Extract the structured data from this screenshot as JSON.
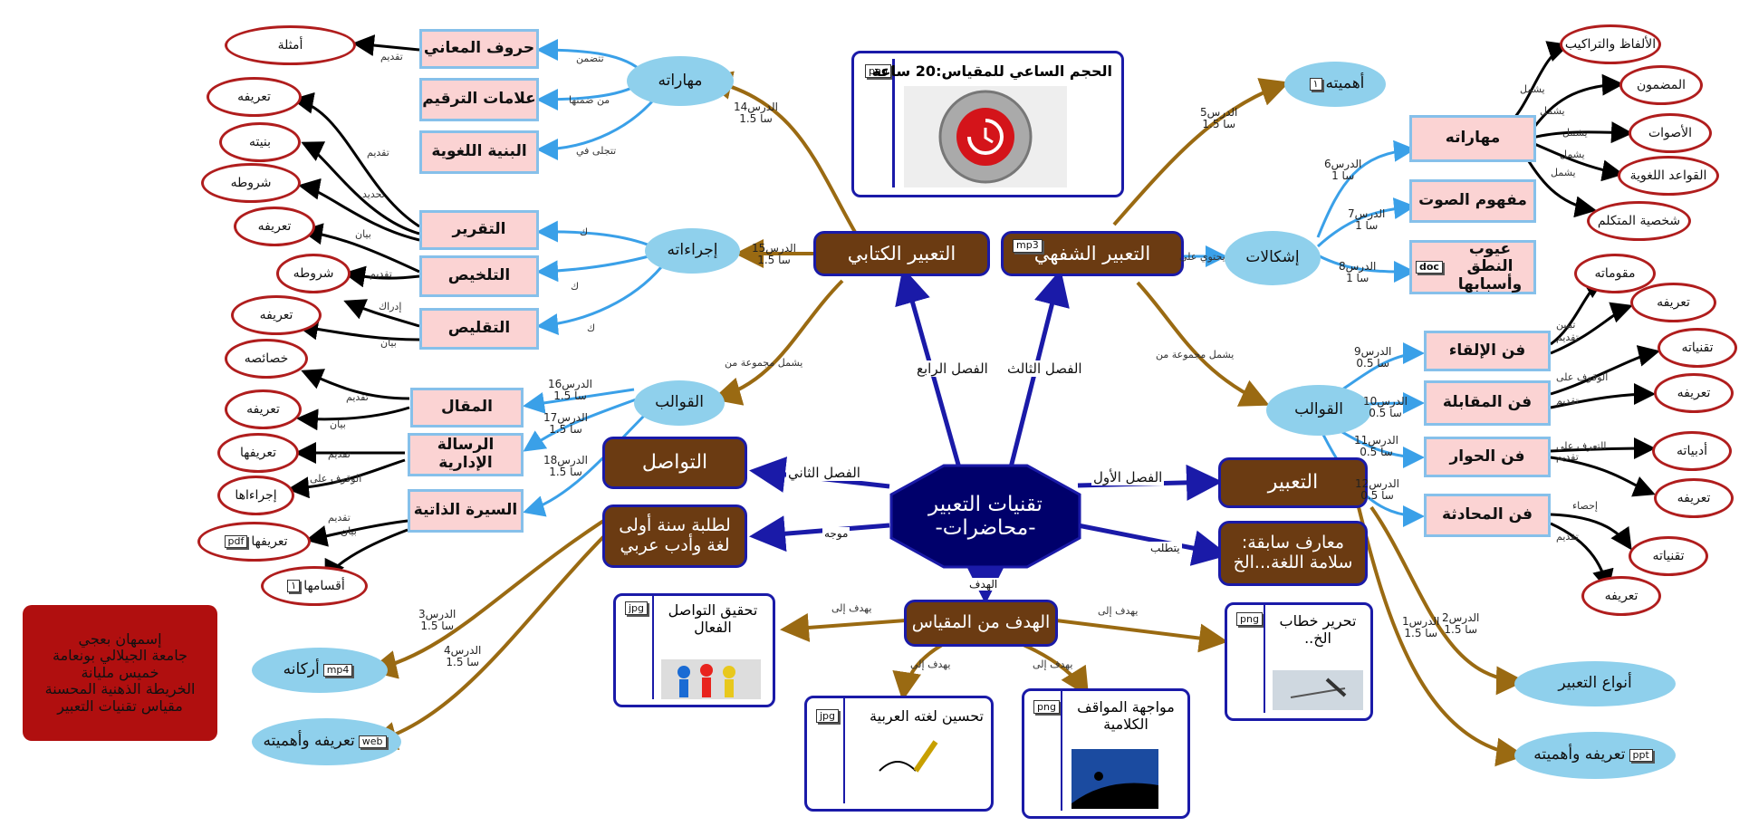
{
  "center": {
    "title": "تقنيات التعبير -محاضرات-"
  },
  "info_box": {
    "lines": [
      "إسمهان بعجي",
      "جامعة الجيلالي بونعامة",
      "خميس مليانة",
      "الخريطة الذهنية المحسنة",
      "مقياس تقنيات التعبير"
    ]
  },
  "hours_box": {
    "title": "الحجم الساعي للمقياس:20 ساعة",
    "tag": "png"
  },
  "chapters": {
    "first": "الفصل الأول",
    "second": "الفصل الثاني",
    "third": "الفصل الثالث",
    "fourth": "الفصل الرابع",
    "goal": "الهدف",
    "directed": "موجه",
    "requires": "يتطلب"
  },
  "main_nodes": {
    "oral": "التعبير الشفهي",
    "written": "التعبير الكتابي",
    "expression": "التعبير",
    "communication": "التواصل",
    "audience": "لطلبة سنة أولى لغة وأدب عربي",
    "prereq": "معارف سابقة: سلامة اللغة...الخ",
    "goal": "الهدف من المقياس",
    "oral_tag": "mp3"
  },
  "goals": {
    "a": "تحقيق التواصل الفعال",
    "b": "تحسين لغته العربية",
    "c": "مواجهة المواقف الكلامية",
    "d": "تحرير خطاب الخ..",
    "tag_a": "jpg",
    "tag_b": "jpg",
    "tag_c": "png",
    "tag_d": "png",
    "edge": "يهدف إلى"
  },
  "oral": {
    "importance": "أهميته",
    "importance_tag": "١",
    "lesson5": "الدرس5\nسا 1.5",
    "problems": "إشكالات",
    "contains": "يحتوي على",
    "skills": "مهاراته",
    "lesson6": "الدرس6\nسا 1",
    "sound": "مفهوم الصوت",
    "lesson7": "الدرس7\nسا 1",
    "errors": "عيوب النطق وأسبابها",
    "errors_tag": "doc",
    "lesson8": "الدرس8\nسا 1",
    "skills_children": [
      "الألفاظ والتراكيب",
      "المضمون",
      "الأصوات",
      "القواعد اللغوية",
      "شخصية المتكلم"
    ],
    "includes": "يشمل",
    "templates": "القوالب",
    "group": "يشمل مجموعة من",
    "t1": "فن الإلقاء",
    "t2": "فن المقابلة",
    "t3": "فن الحوار",
    "t4": "فن المحادثة",
    "lesson9": "الدرس9\nسا 0.5",
    "lesson10": "الدرس10\nسا 0.5",
    "lesson11": "الدرس11\nسا 0.5",
    "lesson12": "الدرس12\nسا 0.5",
    "t1c": [
      "مقوماته",
      "تعريفه"
    ],
    "t2c": [
      "تقنياته",
      "تعريفه"
    ],
    "t3c": [
      "أدبياته",
      "تعريفه"
    ],
    "t4c": [
      "تقنياته",
      "تعريفه"
    ],
    "e_explain": "تبيين",
    "e_present": "تقديم",
    "e_stand": "الوقوف على",
    "e_know": "التعرف على",
    "e_count": "إحصاء"
  },
  "expr": {
    "types": "أنواع التعبير",
    "def": "تعريفه وأهميته",
    "def_tag": "ppt",
    "lesson1": "الدرس1\nسا 1.5",
    "lesson2": "الدرس2\nسا 1.5"
  },
  "comm": {
    "pillars": "أركانه",
    "pillars_tag": "mp4",
    "def": "تعريفه وأهميته",
    "def_tag": "web",
    "lesson3": "الدرس3\nسا 1.5",
    "lesson4": "الدرس4\nسا 1.5"
  },
  "written": {
    "skills": "مهاراته",
    "lesson14": "الدرس14\nسا 1.5",
    "s1": "حروف المعاني",
    "s2": "علامات الترقيم",
    "s3": "البنية اللغوية",
    "e_include": "تتضمن",
    "e_among": "من ضمنها",
    "e_appear": "تتجلى في",
    "s1c": "أمثلة",
    "procs": "إجراءاته",
    "lesson15": "الدرس15\nسا 1.5",
    "p1": "التقرير",
    "p2": "التلخيص",
    "p3": "التقليص",
    "p_children": [
      "تعريفه",
      "بنيته",
      "شروطه",
      "تعريفه",
      "شروطه",
      "تعريفه"
    ],
    "e_present": "تقديم",
    "e_define": "تحديد",
    "e_show": "بيان",
    "e_perceive": "إدراك",
    "e_k": "ك",
    "templates": "القوالب",
    "group": "يشمل مجموعة من",
    "q1": "المقال",
    "q2": "الرسالة الإدارية",
    "q3": "السيرة الذاتية",
    "lesson16": "الدرس16\nسا 1.5",
    "lesson17": "الدرس17\nسا 1.5",
    "lesson18": "الدرس18\nسا 1.5",
    "q1c": [
      "خصائصه",
      "تعريفه"
    ],
    "q2c": [
      "تعريفها",
      "إجراءاها"
    ],
    "q3c": [
      "تعريفها",
      "أقسامها"
    ],
    "q3c_tag1": "pdf",
    "q3c_tag2": "١"
  },
  "colors": {
    "main": "#6b3b12",
    "border": "#1a1aa8",
    "brown_line": "#9a6a12",
    "blue_line": "#3aa0e8",
    "dark_line": "#000000",
    "red_box": "#b00f0f"
  }
}
